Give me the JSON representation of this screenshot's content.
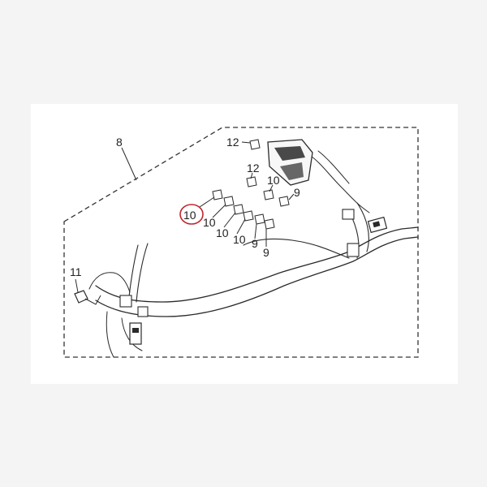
{
  "diagram": {
    "callouts": {
      "c8": "8",
      "c12_top": "12",
      "c12_mid": "12",
      "c10_upper": "10",
      "c9_upper": "9",
      "c10_highlight": "10",
      "c10_a": "10",
      "c10_b": "10",
      "c10_c": "10",
      "c9_a": "9",
      "c9_b": "9",
      "c11": "11"
    },
    "highlight_color": "#c0262d",
    "line_color": "#2a2a2a"
  }
}
